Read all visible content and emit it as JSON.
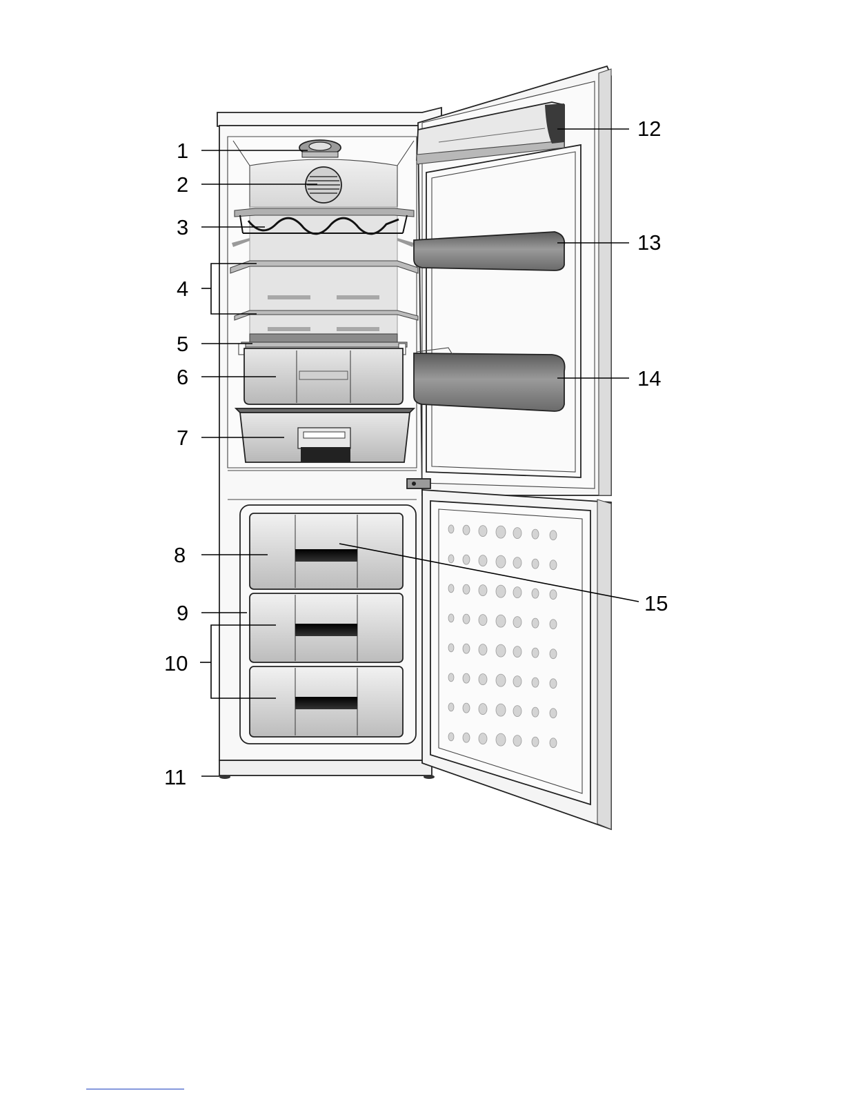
{
  "diagram": {
    "callouts": [
      {
        "id": "1",
        "label": "1"
      },
      {
        "id": "2",
        "label": "2"
      },
      {
        "id": "3",
        "label": "3"
      },
      {
        "id": "4",
        "label": "4"
      },
      {
        "id": "5",
        "label": "5"
      },
      {
        "id": "6",
        "label": "6"
      },
      {
        "id": "7",
        "label": "7"
      },
      {
        "id": "8",
        "label": "8"
      },
      {
        "id": "9",
        "label": "9"
      },
      {
        "id": "10",
        "label": "10"
      },
      {
        "id": "11",
        "label": "11"
      },
      {
        "id": "12",
        "label": "12"
      },
      {
        "id": "13",
        "label": "13"
      },
      {
        "id": "14",
        "label": "14"
      },
      {
        "id": "15",
        "label": "15"
      }
    ]
  },
  "colors": {
    "line": "#222222",
    "cabinet": "#f4f4f4",
    "liner": "#e6e6e6",
    "shelf": "#bdbdbd",
    "bin": "#7a7a7a",
    "drawer_dark": "#1c1c1c",
    "footer_rule": "#1a3fbf"
  }
}
